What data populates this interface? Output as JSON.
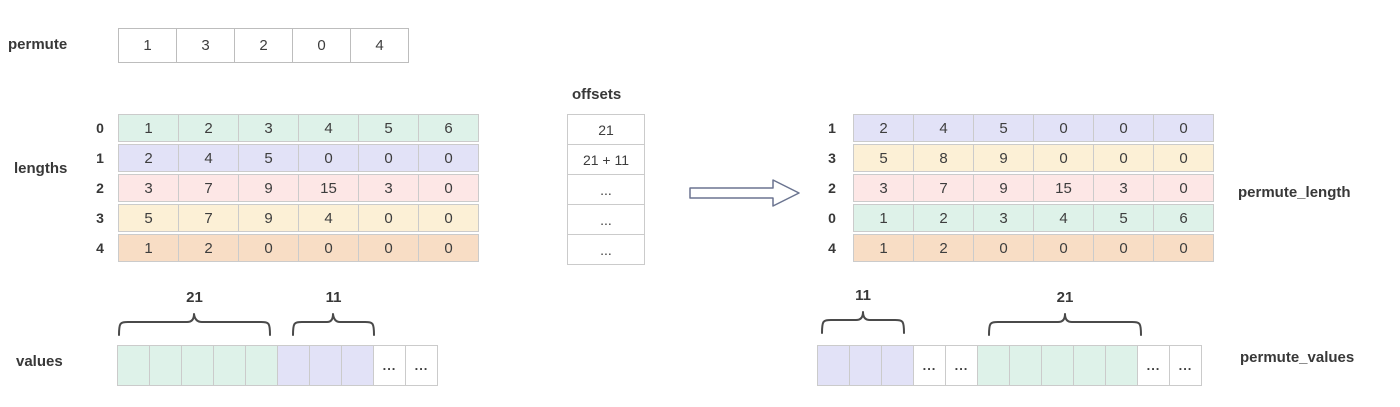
{
  "colors": {
    "mint": "#def2e9",
    "lavender": "#e2e2f7",
    "pink": "#fde7e6",
    "cream": "#fcf0d6",
    "peach": "#f8ddc5",
    "cell_border": "#cbcbcb",
    "label_text": "#383838",
    "arrow_outline": "#6b7490",
    "brace": "#4a4a4a"
  },
  "permute": {
    "label": "permute",
    "values": [
      "1",
      "3",
      "2",
      "0",
      "4"
    ]
  },
  "lengths": {
    "label": "lengths",
    "row_labels": [
      "0",
      "1",
      "2",
      "3",
      "4"
    ],
    "row_colors": [
      "mint",
      "lavender",
      "pink",
      "cream",
      "peach"
    ],
    "rows": [
      [
        "1",
        "2",
        "3",
        "4",
        "5",
        "6"
      ],
      [
        "2",
        "4",
        "5",
        "0",
        "0",
        "0"
      ],
      [
        "3",
        "7",
        "9",
        "15",
        "3",
        "0"
      ],
      [
        "5",
        "7",
        "9",
        "4",
        "0",
        "0"
      ],
      [
        "1",
        "2",
        "0",
        "0",
        "0",
        "0"
      ]
    ]
  },
  "offsets": {
    "label": "offsets",
    "cells": [
      "21",
      "21 + 11",
      "...",
      "...",
      "..."
    ]
  },
  "permute_length": {
    "label": "permute_length",
    "row_labels": [
      "1",
      "3",
      "2",
      "0",
      "4"
    ],
    "row_colors": [
      "lavender",
      "cream",
      "pink",
      "mint",
      "peach"
    ],
    "rows": [
      [
        "2",
        "4",
        "5",
        "0",
        "0",
        "0"
      ],
      [
        "5",
        "8",
        "9",
        "0",
        "0",
        "0"
      ],
      [
        "3",
        "7",
        "9",
        "15",
        "3",
        "0"
      ],
      [
        "1",
        "2",
        "3",
        "4",
        "5",
        "6"
      ],
      [
        "1",
        "2",
        "0",
        "0",
        "0",
        "0"
      ]
    ]
  },
  "values": {
    "label": "values",
    "ellipsis": "...",
    "segments": [
      {
        "color": "mint",
        "count": 5,
        "brace_label": "21"
      },
      {
        "color": "lavender",
        "count": 3,
        "brace_label": "11"
      },
      {
        "color": "white",
        "count": 2,
        "text": "..."
      }
    ]
  },
  "permute_values": {
    "label": "permute_values",
    "ellipsis": "...",
    "segments": [
      {
        "color": "lavender",
        "count": 3,
        "brace_label": "11"
      },
      {
        "color": "white",
        "count": 2,
        "text": "..."
      },
      {
        "color": "mint",
        "count": 5,
        "brace_label": "21"
      },
      {
        "color": "white",
        "count": 2,
        "text": "..."
      }
    ]
  }
}
